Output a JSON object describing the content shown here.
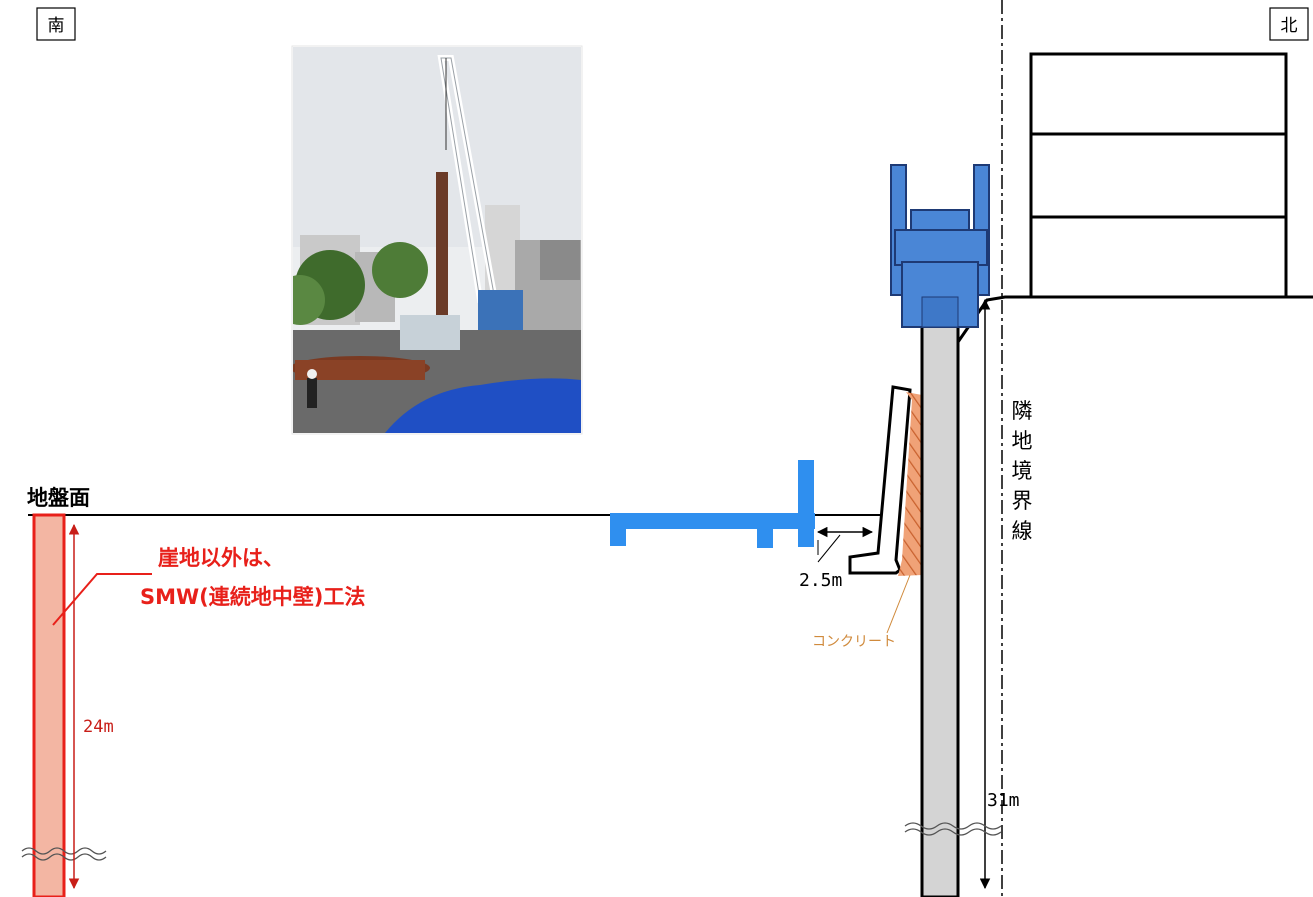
{
  "compass": {
    "south": "南",
    "north": "北"
  },
  "ground_surface_label": "地盤面",
  "smw_note": {
    "line1": "崖地以外は、",
    "line2": "SMW(連続地中壁)工法"
  },
  "dimensions": {
    "left_wall_depth": "24m",
    "pile_depth": "31m",
    "retaining_offset": "2.5m"
  },
  "concrete_label": "コンクリート",
  "boundary_label": "隣地境界線",
  "colors": {
    "red_text": "#e8201a",
    "red_wall_fill": "#f3b6a3",
    "blue_machine": "#4a86d6",
    "bright_blue": "#2f8fef",
    "pile_fill": "#d4d4d4",
    "concrete_orange": "#e8956b"
  },
  "photo": {
    "icon": "crane-construction-photo"
  }
}
